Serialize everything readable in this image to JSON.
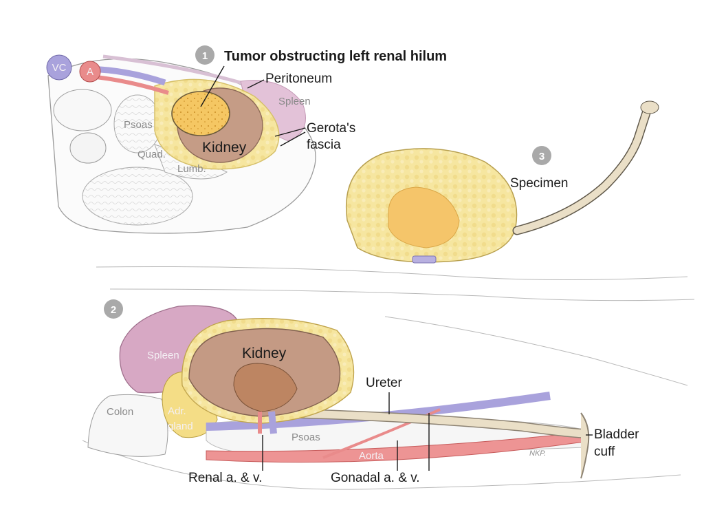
{
  "panels": {
    "panel1": {
      "badge": "1",
      "title": "Tumor obstructing left renal hilum",
      "labels": {
        "vc": "VC",
        "a": "A",
        "peritoneum": "Peritoneum",
        "spleen": "Spleen",
        "psoas": "Psoas",
        "kidney": "Kidney",
        "gerota_line1": "Gerota's",
        "gerota_line2": "fascia",
        "quad": "Quad.",
        "lumb": "Lumb."
      }
    },
    "panel2": {
      "badge": "2",
      "labels": {
        "spleen": "Spleen",
        "kidney": "Kidney",
        "ureter": "Ureter",
        "colon": "Colon",
        "adr_line1": "Adr.",
        "adr_line2": "gland",
        "psoas": "Psoas",
        "aorta": "Aorta",
        "bladder_line1": "Bladder",
        "bladder_line2": "cuff",
        "renal": "Renal a. & v.",
        "gonadal": "Gonadal a. & v.",
        "signature": "NKP."
      }
    },
    "panel3": {
      "badge": "3",
      "labels": {
        "specimen": "Specimen"
      }
    }
  },
  "colors": {
    "badge": "#a9a9a9",
    "fat_yellow": "#f6e6a0",
    "tumor_orange": "#f3c35a",
    "kidney_brown": "#c49a84",
    "spleen_mauve": "#d7a8c4",
    "vein_blue": "#a9a2dc",
    "artery_red": "#e98b8b",
    "ureter_tan": "#eadfc7"
  }
}
